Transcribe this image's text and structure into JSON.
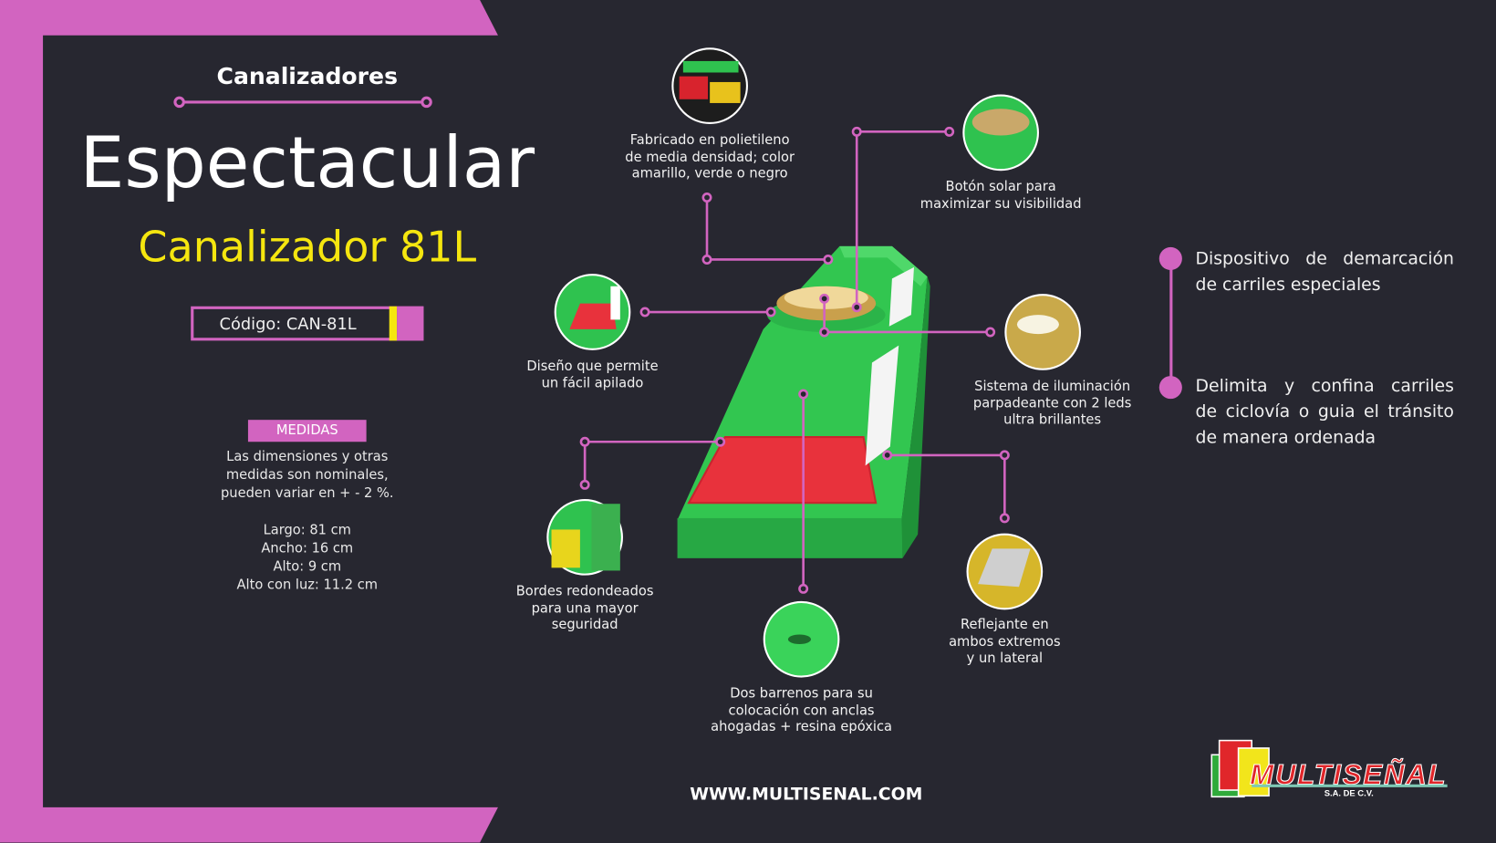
{
  "header": {
    "category": "Canalizadores",
    "headline": "Espectacular",
    "product_name": "Canalizador 81L",
    "code": "Código: CAN-81L"
  },
  "medidas": {
    "badge": "MEDIDAS",
    "note": [
      "Las dimensiones y otras",
      "medidas son nominales,",
      "pueden variar en + - 2 %."
    ],
    "specs": [
      "Largo: 81 cm",
      "Ancho: 16 cm",
      "Alto: 9 cm",
      "Alto con luz: 11.2 cm"
    ]
  },
  "callouts": [
    {
      "lines": [
        "Fabricado en polietileno",
        "de media densidad; color",
        "amarillo, verde o negro"
      ]
    },
    {
      "lines": [
        "Botón solar para",
        "maximizar su visibilidad"
      ]
    },
    {
      "lines": [
        "Diseño que permite",
        "un fácil apilado"
      ]
    },
    {
      "lines": [
        "Sistema de iluminación",
        "parpadeante con 2 leds",
        "ultra brillantes"
      ]
    },
    {
      "lines": [
        "Bordes redondeados",
        "para una mayor",
        "seguridad"
      ]
    },
    {
      "lines": [
        "Reflejante en",
        "ambos extremos",
        "y un lateral"
      ]
    },
    {
      "lines": [
        "Dos barrenos para su",
        "colocación con anclas",
        "ahogadas + resina epóxica"
      ]
    }
  ],
  "bullets": [
    {
      "lines": [
        "Dispositivo de demarcación",
        "de carriles especiales"
      ]
    },
    {
      "lines": [
        "Delimita y confina carriles",
        "de ciclovía o guia el tránsito",
        "de manera ordenada"
      ]
    }
  ],
  "footer": {
    "website": "WWW.MULTISENAL.COM"
  },
  "logo": {
    "name": "MULTISEÑAL",
    "suffix": "S.A. DE C.V."
  },
  "colors": {
    "background": "#272730",
    "accent": "#d264c0",
    "yellow": "#f5e60f",
    "green": "#2fc24f"
  }
}
